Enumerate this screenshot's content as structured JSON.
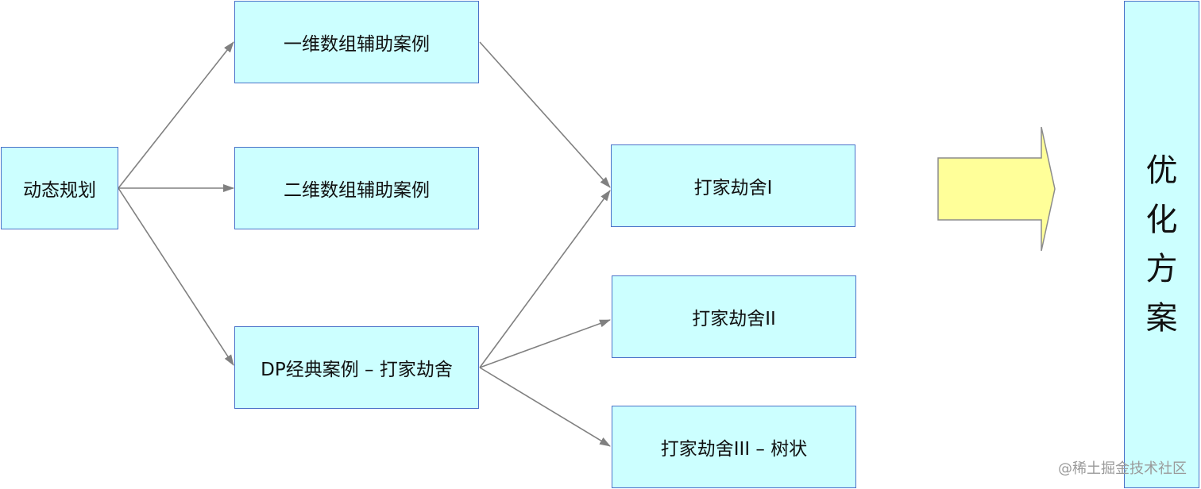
{
  "diagram": {
    "root": "动态规划",
    "branches": [
      "一维数组辅助案例",
      "二维数组辅助案例",
      "DP经典案例 – 打家劫舍"
    ],
    "robber_cases": [
      "打家劫舍I",
      "打家劫舍II",
      "打家劫舍III – 树状"
    ],
    "optimization": [
      "优",
      "化",
      "方",
      "案"
    ]
  },
  "colors": {
    "box_fill": "#ccffff",
    "box_border": "#4a72c9",
    "connector": "#808080",
    "big_arrow_fill": "#ffff99",
    "big_arrow_stroke": "#8c8c8c"
  },
  "watermark": "@稀土掘金技术社区"
}
